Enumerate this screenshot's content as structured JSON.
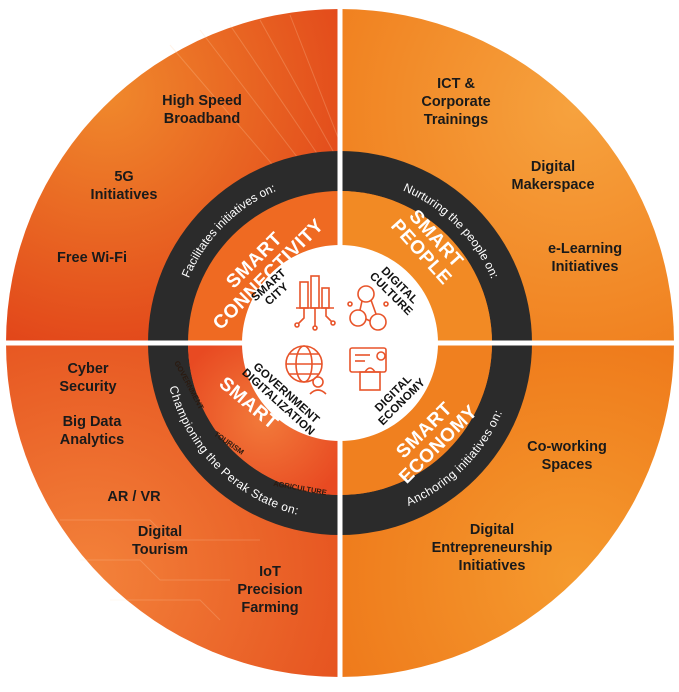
{
  "quadrants": {
    "connectivity": {
      "pillar_line1": "SMART",
      "pillar_line2": "CONNECTIVITY",
      "ring_caption": "Facilitates initiatives on:",
      "items": [
        "High Speed Broadband",
        "5G Initiatives",
        "Free Wi-Fi"
      ]
    },
    "people": {
      "pillar_line1": "SMART",
      "pillar_line2": "PEOPLE",
      "ring_caption": "Nurturing the people on:",
      "items": [
        "ICT & Corporate Trainings",
        "Digital Makerspace",
        "e-Learning Initiatives"
      ]
    },
    "state": {
      "pillar": "SMART",
      "sub_labels": [
        "GOVERNMENT",
        "TOURISM",
        "AGRICULTURE"
      ],
      "ring_caption": "Championing the Perak State on:",
      "items": [
        "Cyber Security",
        "Big Data Analytics",
        "AR / VR",
        "Digital Tourism",
        "IoT Precision Farming"
      ]
    },
    "economy": {
      "pillar_line1": "SMART",
      "pillar_line2": "ECONOMY",
      "ring_caption": "Anchoring initiatives on:",
      "items": [
        "Co-working Spaces",
        "Digital Entrepreneurship Initiatives"
      ]
    }
  },
  "core": {
    "smart_city": [
      "SMART",
      "CITY"
    ],
    "digital_culture": [
      "DIGITAL",
      "CULTURE"
    ],
    "government_digitalization": [
      "GOVERNMENT",
      "DIGITALIZATION"
    ],
    "digital_economy": [
      "DIGITAL",
      "ECONOMY"
    ]
  },
  "colors": {
    "orange_dark": "#e0481a",
    "orange": "#f07a1c",
    "orange_light": "#f7a23a",
    "ring": "#2b2b2b",
    "white": "#ffffff"
  },
  "icons": [
    "circuit-city-icon",
    "people-network-icon",
    "globe-people-icon",
    "shopping-screen-icon"
  ]
}
